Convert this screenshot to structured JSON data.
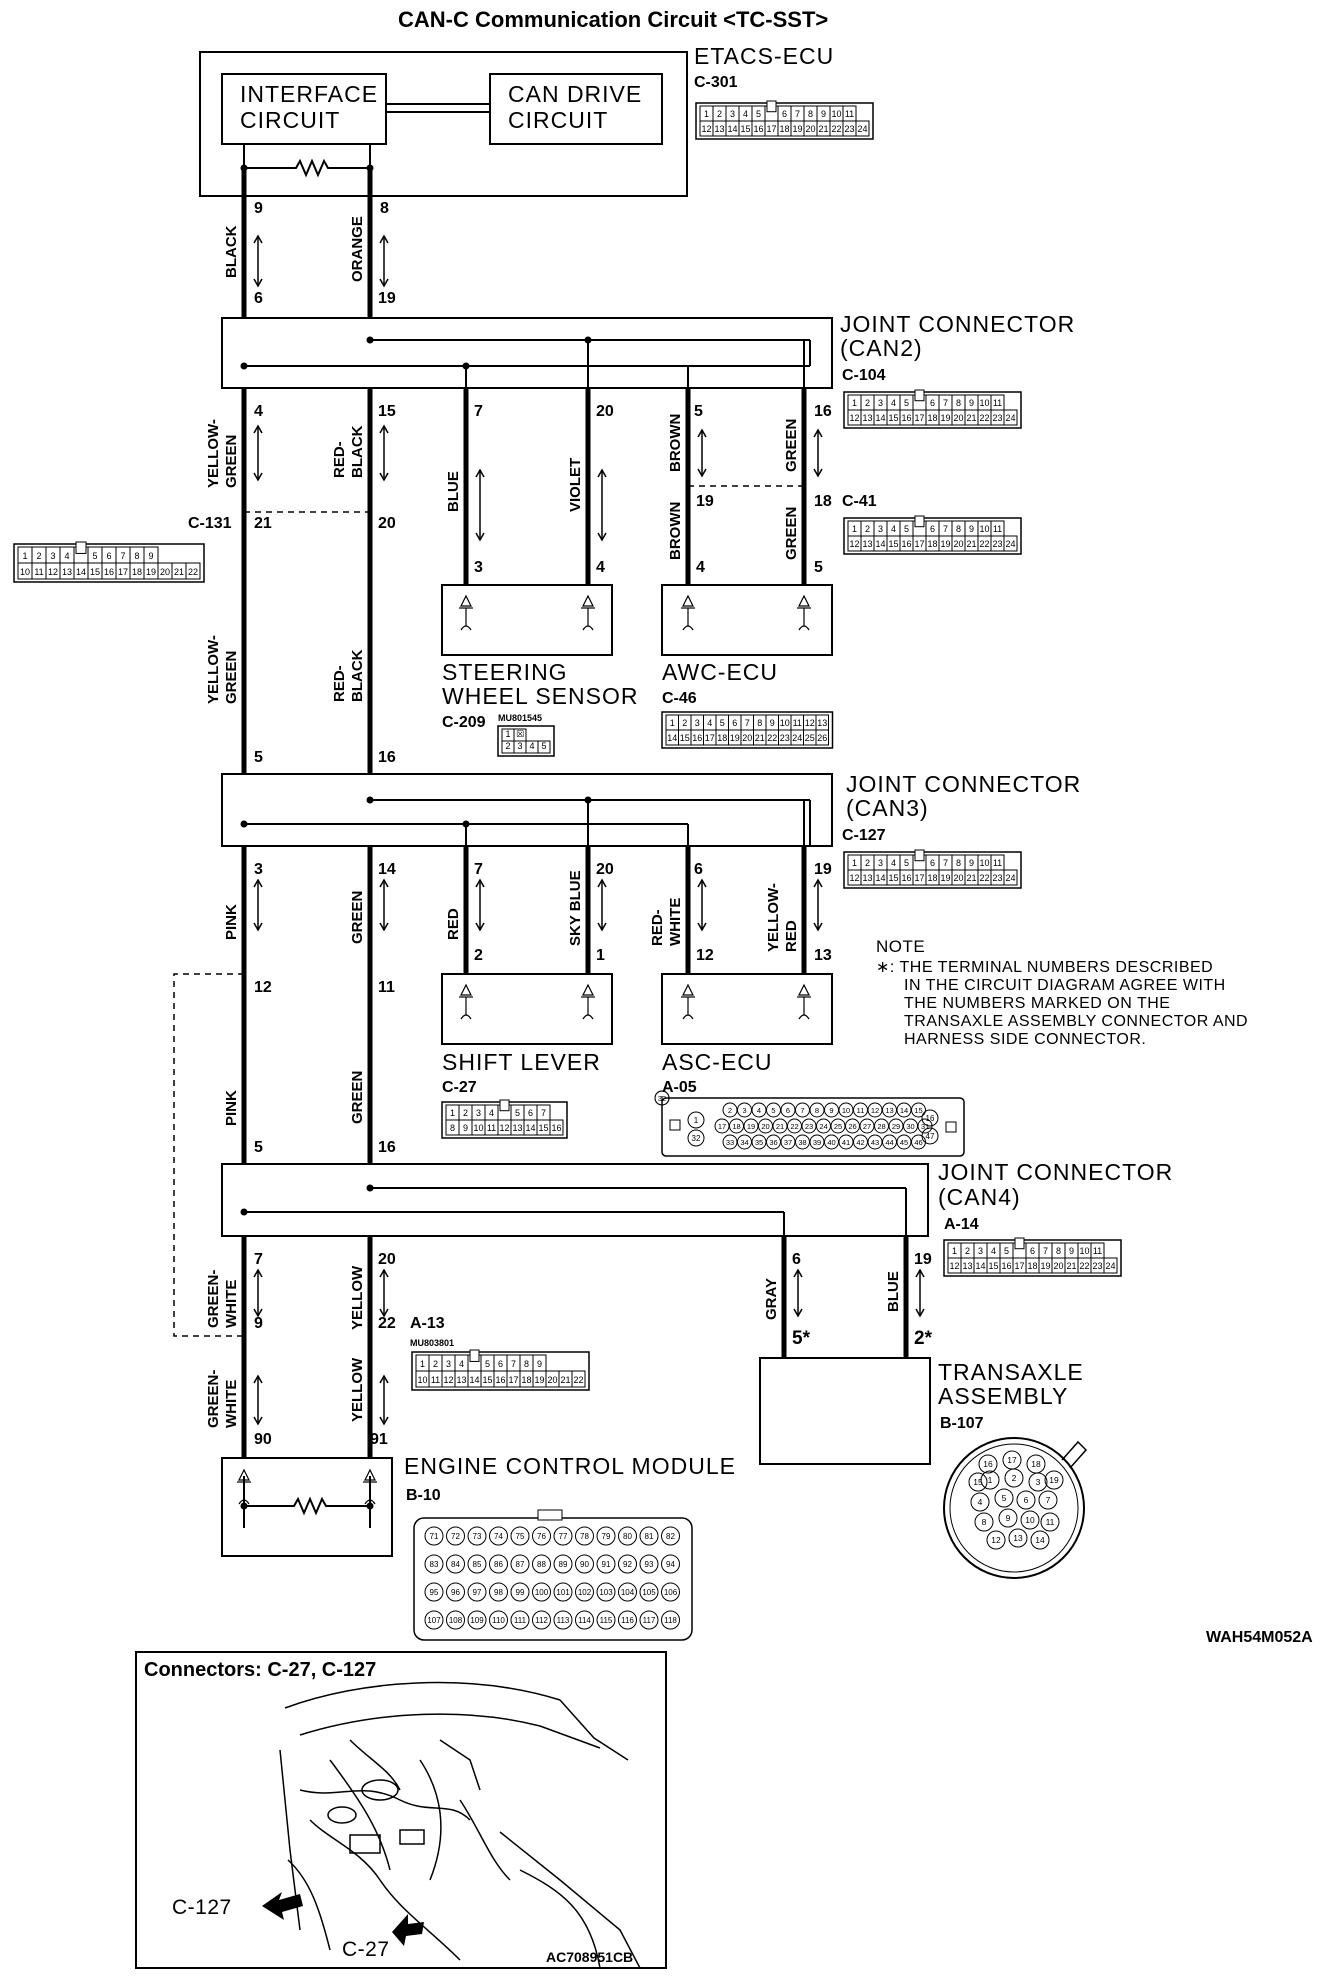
{
  "title": "CAN-C Communication Circuit <TC-SST>",
  "figure_code": "WAH54M052A",
  "etacs": {
    "name": "ETACS-ECU",
    "connector": "C-301",
    "interface": [
      "INTERFACE",
      "CIRCUIT"
    ],
    "can_drive": [
      "CAN DRIVE",
      "CIRCUIT"
    ]
  },
  "joints": {
    "can2": {
      "name": "JOINT CONNECTOR",
      "sub": "(CAN2)",
      "connector": "C-104"
    },
    "can3": {
      "name": "JOINT CONNECTOR",
      "sub": "(CAN3)",
      "connector": "C-127"
    },
    "can4": {
      "name": "JOINT CONNECTOR",
      "sub": "(CAN4)",
      "connector": "A-14"
    }
  },
  "relay_connectors": {
    "c41": "C-41",
    "c131": "C-131",
    "a13": "A-13",
    "a13_part": "MU803801"
  },
  "pins": {
    "etacs_l": "9",
    "etacs_r": "8",
    "can2_in_l": "6",
    "can2_in_r": "19",
    "can2_out": [
      "4",
      "15",
      "7",
      "20",
      "5",
      "16"
    ],
    "c41_l": "19",
    "c41_r": "18",
    "c131_l": "21",
    "c131_r": "20",
    "sws_l": "3",
    "sws_r": "4",
    "awc_l": "4",
    "awc_r": "5",
    "can3_in_l": "5",
    "can3_in_r": "16",
    "can3_out": [
      "3",
      "14",
      "7",
      "20",
      "6",
      "19"
    ],
    "shift_l": "2",
    "shift_r": "1",
    "asc_l": "12",
    "asc_r": "13",
    "m12": "12",
    "m11": "11",
    "can4_in_l": "5",
    "can4_in_r": "16",
    "can4_out": [
      "7",
      "20",
      "6",
      "19"
    ],
    "a13_l": "9",
    "a13_r": "22",
    "tsa_l": "5*",
    "tsa_r": "2*",
    "ecm_l": "90",
    "ecm_r": "91"
  },
  "wires": {
    "black": "BLACK",
    "orange": "ORANGE",
    "yellow_green": [
      "YELLOW-",
      "GREEN"
    ],
    "red_black": [
      "RED-",
      "BLACK"
    ],
    "blue": "BLUE",
    "violet": "VIOLET",
    "brown": "BROWN",
    "green": "GREEN",
    "pink": "PINK",
    "red": "RED",
    "sky_blue": "SKY BLUE",
    "red_white": [
      "RED-",
      "WHITE"
    ],
    "yellow_red": [
      "YELLOW-",
      "RED"
    ],
    "green_white": [
      "GREEN-",
      "WHITE"
    ],
    "yellow": "YELLOW",
    "gray": "GRAY"
  },
  "devices": {
    "sws": {
      "name": [
        "STEERING",
        "WHEEL SENSOR"
      ],
      "connector": "C-209",
      "part": "MU801545"
    },
    "awc": {
      "name": "AWC-ECU",
      "connector": "C-46"
    },
    "shift": {
      "name": "SHIFT LEVER",
      "connector": "C-27"
    },
    "asc": {
      "name": "ASC-ECU",
      "connector": "A-05"
    },
    "tsa": {
      "name": [
        "TRANSAXLE",
        "ASSEMBLY"
      ],
      "connector": "B-107"
    },
    "ecm": {
      "name": "ENGINE CONTROL MODULE",
      "connector": "B-10"
    }
  },
  "note": {
    "heading": "NOTE",
    "lines": [
      "∗: THE TERMINAL NUMBERS DESCRIBED",
      "IN THE CIRCUIT DIAGRAM AGREE WITH",
      "THE NUMBERS MARKED ON THE",
      "TRANSAXLE ASSEMBLY CONNECTOR AND",
      "HARNESS SIDE CONNECTOR."
    ]
  },
  "location": {
    "title": "Connectors: C-27, C-127",
    "c127": "C-127",
    "c27": "C-27",
    "code": "AC708951CB"
  },
  "connector_faces": {
    "c24": {
      "row1": [
        "1",
        "2",
        "3",
        "4",
        "5",
        "",
        "6",
        "7",
        "8",
        "9",
        "10",
        "11"
      ],
      "row2": [
        "12",
        "13",
        "14",
        "15",
        "16",
        "17",
        "18",
        "19",
        "20",
        "21",
        "22",
        "23",
        "24"
      ]
    },
    "c131": {
      "row1": [
        "1",
        "2",
        "3",
        "4",
        "",
        "5",
        "6",
        "7",
        "8",
        "9"
      ],
      "row2": [
        "10",
        "11",
        "12",
        "13",
        "14",
        "15",
        "16",
        "17",
        "18",
        "19",
        "20",
        "21",
        "22"
      ]
    },
    "c209": {
      "row1": [
        "1",
        "☒"
      ],
      "row2": [
        "2",
        "3",
        "4",
        "5"
      ]
    },
    "c46": {
      "row1": [
        "1",
        "2",
        "3",
        "4",
        "5",
        "6",
        "7",
        "8",
        "9",
        "10",
        "11",
        "12",
        "13"
      ],
      "row2": [
        "14",
        "15",
        "16",
        "17",
        "18",
        "19",
        "20",
        "21",
        "22",
        "23",
        "24",
        "25",
        "26"
      ]
    },
    "c27": {
      "row1": [
        "1",
        "2",
        "3",
        "4",
        "",
        "5",
        "6",
        "7"
      ],
      "row2": [
        "8",
        "9",
        "10",
        "11",
        "12",
        "13",
        "14",
        "15",
        "16"
      ]
    },
    "a05": {
      "row1": [
        "2",
        "3",
        "4",
        "5",
        "6",
        "7",
        "8",
        "9",
        "10",
        "11",
        "12",
        "13",
        "14",
        "15"
      ],
      "row2": [
        "17",
        "18",
        "19",
        "20",
        "21",
        "22",
        "23",
        "24",
        "25",
        "26",
        "27",
        "28",
        "29",
        "30",
        "31"
      ],
      "row3": [
        "33",
        "34",
        "35",
        "36",
        "37",
        "38",
        "39",
        "40",
        "41",
        "42",
        "43",
        "44",
        "45",
        "46"
      ],
      "side_l": [
        "1",
        "32"
      ],
      "side_r": [
        "16",
        "47"
      ]
    },
    "b10": {
      "row1": [
        "71",
        "72",
        "73",
        "74",
        "75",
        "76",
        "77",
        "78",
        "79",
        "80",
        "81",
        "82"
      ],
      "row2": [
        "83",
        "84",
        "85",
        "86",
        "87",
        "88",
        "89",
        "90",
        "91",
        "92",
        "93",
        "94"
      ],
      "row3": [
        "95",
        "96",
        "97",
        "98",
        "99",
        "100",
        "101",
        "102",
        "103",
        "104",
        "105",
        "106"
      ],
      "row4": [
        "107",
        "108",
        "109",
        "110",
        "111",
        "112",
        "113",
        "114",
        "115",
        "116",
        "117",
        "118"
      ]
    },
    "b107": [
      "1",
      "2",
      "3",
      "4",
      "5",
      "6",
      "7",
      "8",
      "9",
      "10",
      "11",
      "12",
      "13",
      "14",
      "15",
      "16",
      "17",
      "18",
      "19"
    ]
  }
}
